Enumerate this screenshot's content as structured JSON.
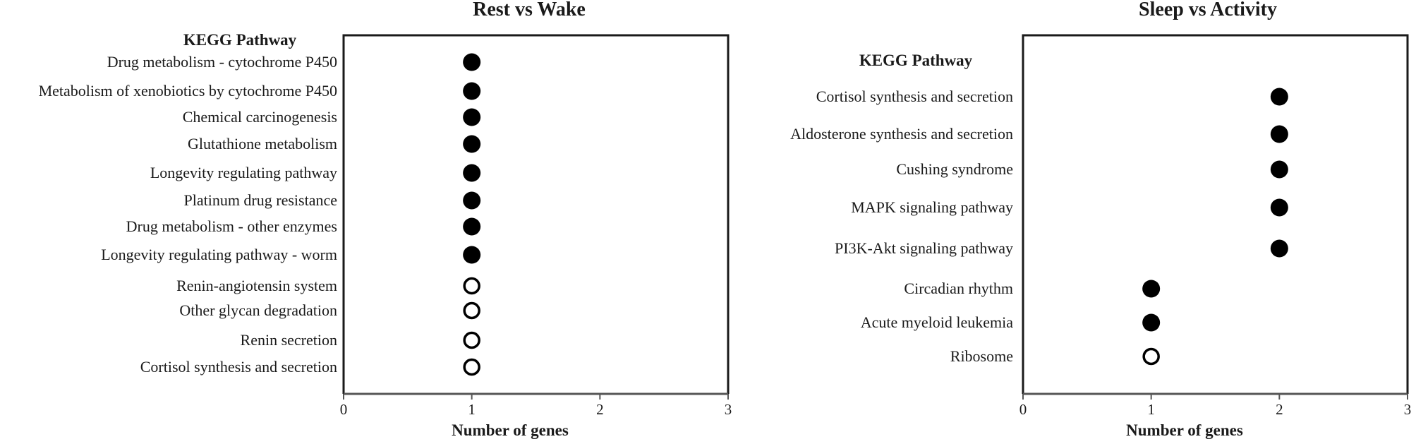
{
  "chart_data": [
    {
      "type": "scatter",
      "title": "Rest vs Wake",
      "category_header": "KEGG Pathway",
      "xlabel": "Number of genes",
      "xlim": [
        0,
        3
      ],
      "xticks": [
        0,
        1,
        2,
        3
      ],
      "grid": false,
      "legend": "none",
      "categories": [
        "Drug metabolism - cytochrome P450",
        "Metabolism of xenobiotics by cytochrome P450",
        "Chemical carcinogenesis",
        "Glutathione metabolism",
        "Longevity regulating pathway",
        "Platinum drug resistance",
        "Drug metabolism - other enzymes",
        "Longevity regulating pathway - worm",
        "Renin-angiotensin system",
        "Other glycan degradation",
        "Renin secretion",
        "Cortisol synthesis and secretion"
      ],
      "values": [
        1,
        1,
        1,
        1,
        1,
        1,
        1,
        1,
        1,
        1,
        1,
        1
      ],
      "filled": [
        true,
        true,
        true,
        true,
        true,
        true,
        true,
        true,
        false,
        false,
        false,
        false
      ]
    },
    {
      "type": "scatter",
      "title": "Sleep vs Activity",
      "category_header": "KEGG  Pathway",
      "xlabel": "Number of genes",
      "xlim": [
        0,
        3
      ],
      "xticks": [
        0,
        1,
        2,
        3
      ],
      "grid": false,
      "legend": "none",
      "categories": [
        "Cortisol synthesis and secretion",
        "Aldosterone synthesis and secretion",
        "Cushing syndrome",
        "MAPK signaling pathway",
        "PI3K-Akt signaling pathway",
        "Circadian rhythm",
        "Acute myeloid leukemia",
        "Ribosome"
      ],
      "values": [
        2,
        2,
        2,
        2,
        2,
        1,
        1,
        1
      ],
      "filled": [
        true,
        true,
        true,
        true,
        true,
        true,
        true,
        false
      ]
    }
  ],
  "colors": {
    "marker": "#000000",
    "frame": "#1a1a1a",
    "axis": "#555555"
  }
}
